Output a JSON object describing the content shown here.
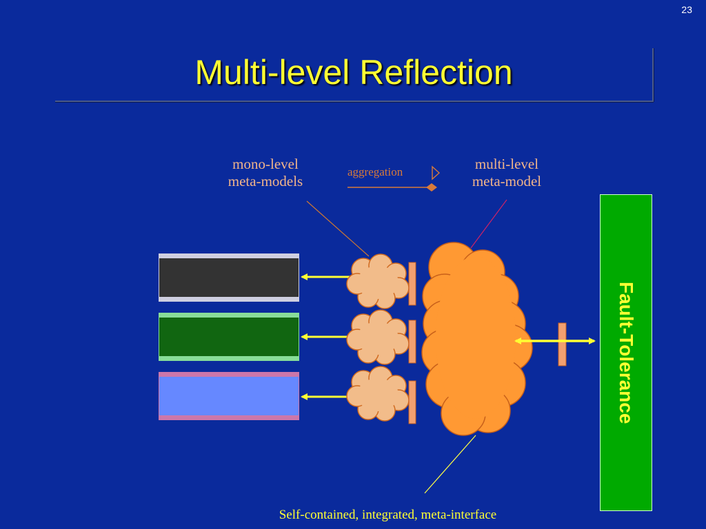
{
  "slide": {
    "page_number": "23",
    "title": "Multi-level Reflection"
  },
  "diagram": {
    "mono_label": [
      "mono-level",
      "meta-models"
    ],
    "multi_label": [
      "multi-level",
      "meta-model"
    ],
    "aggregation_label": "aggregation",
    "fault_tolerance_label": "Fault-Tolerance",
    "caption": "Self-contained, integrated, meta-interface"
  },
  "colors": {
    "background": "#0a2a9c",
    "title": "#ffff33",
    "label": "#f0b48a",
    "small_cloud": "#f2bc8a",
    "big_cloud": "#ff9933",
    "arrow": "#ffff33",
    "fault_box": "#00aa00",
    "layer_dark": "#333333",
    "layer_green": "#116611",
    "layer_blue": "#6688ff"
  },
  "icons": {
    "double_arrow": "double-headed-arrow",
    "aggregation_arrow": "hollow-triangle-arrow"
  }
}
